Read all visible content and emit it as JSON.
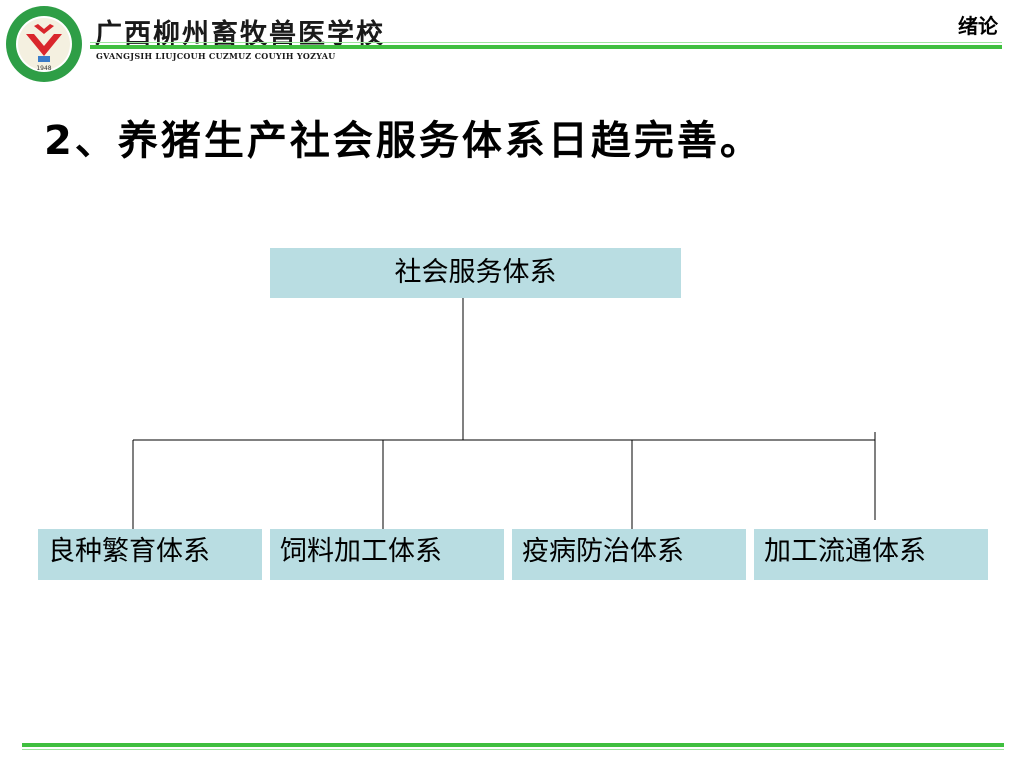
{
  "header": {
    "school_name_cn": "广西柳州畜牧兽医学校",
    "school_name_en": "GVANGJSIH LIUJCOUH CUZMUZ COUYIH YOZYAU",
    "section_label": "绪论",
    "logo_year": "1948",
    "colors": {
      "accent_green": "#3fbf3f",
      "logo_red": "#d9262c",
      "logo_ring": "#2e9e46"
    }
  },
  "slide": {
    "title": "2、养猪生产社会服务体系日趋完善。"
  },
  "diagram": {
    "root": {
      "label": "社会服务体系"
    },
    "children": [
      {
        "label": "良种繁育体系"
      },
      {
        "label": "饲料加工体系"
      },
      {
        "label": "疫病防治体系"
      },
      {
        "label": "加工流通体系"
      }
    ],
    "box_color": "#b9dde2"
  }
}
